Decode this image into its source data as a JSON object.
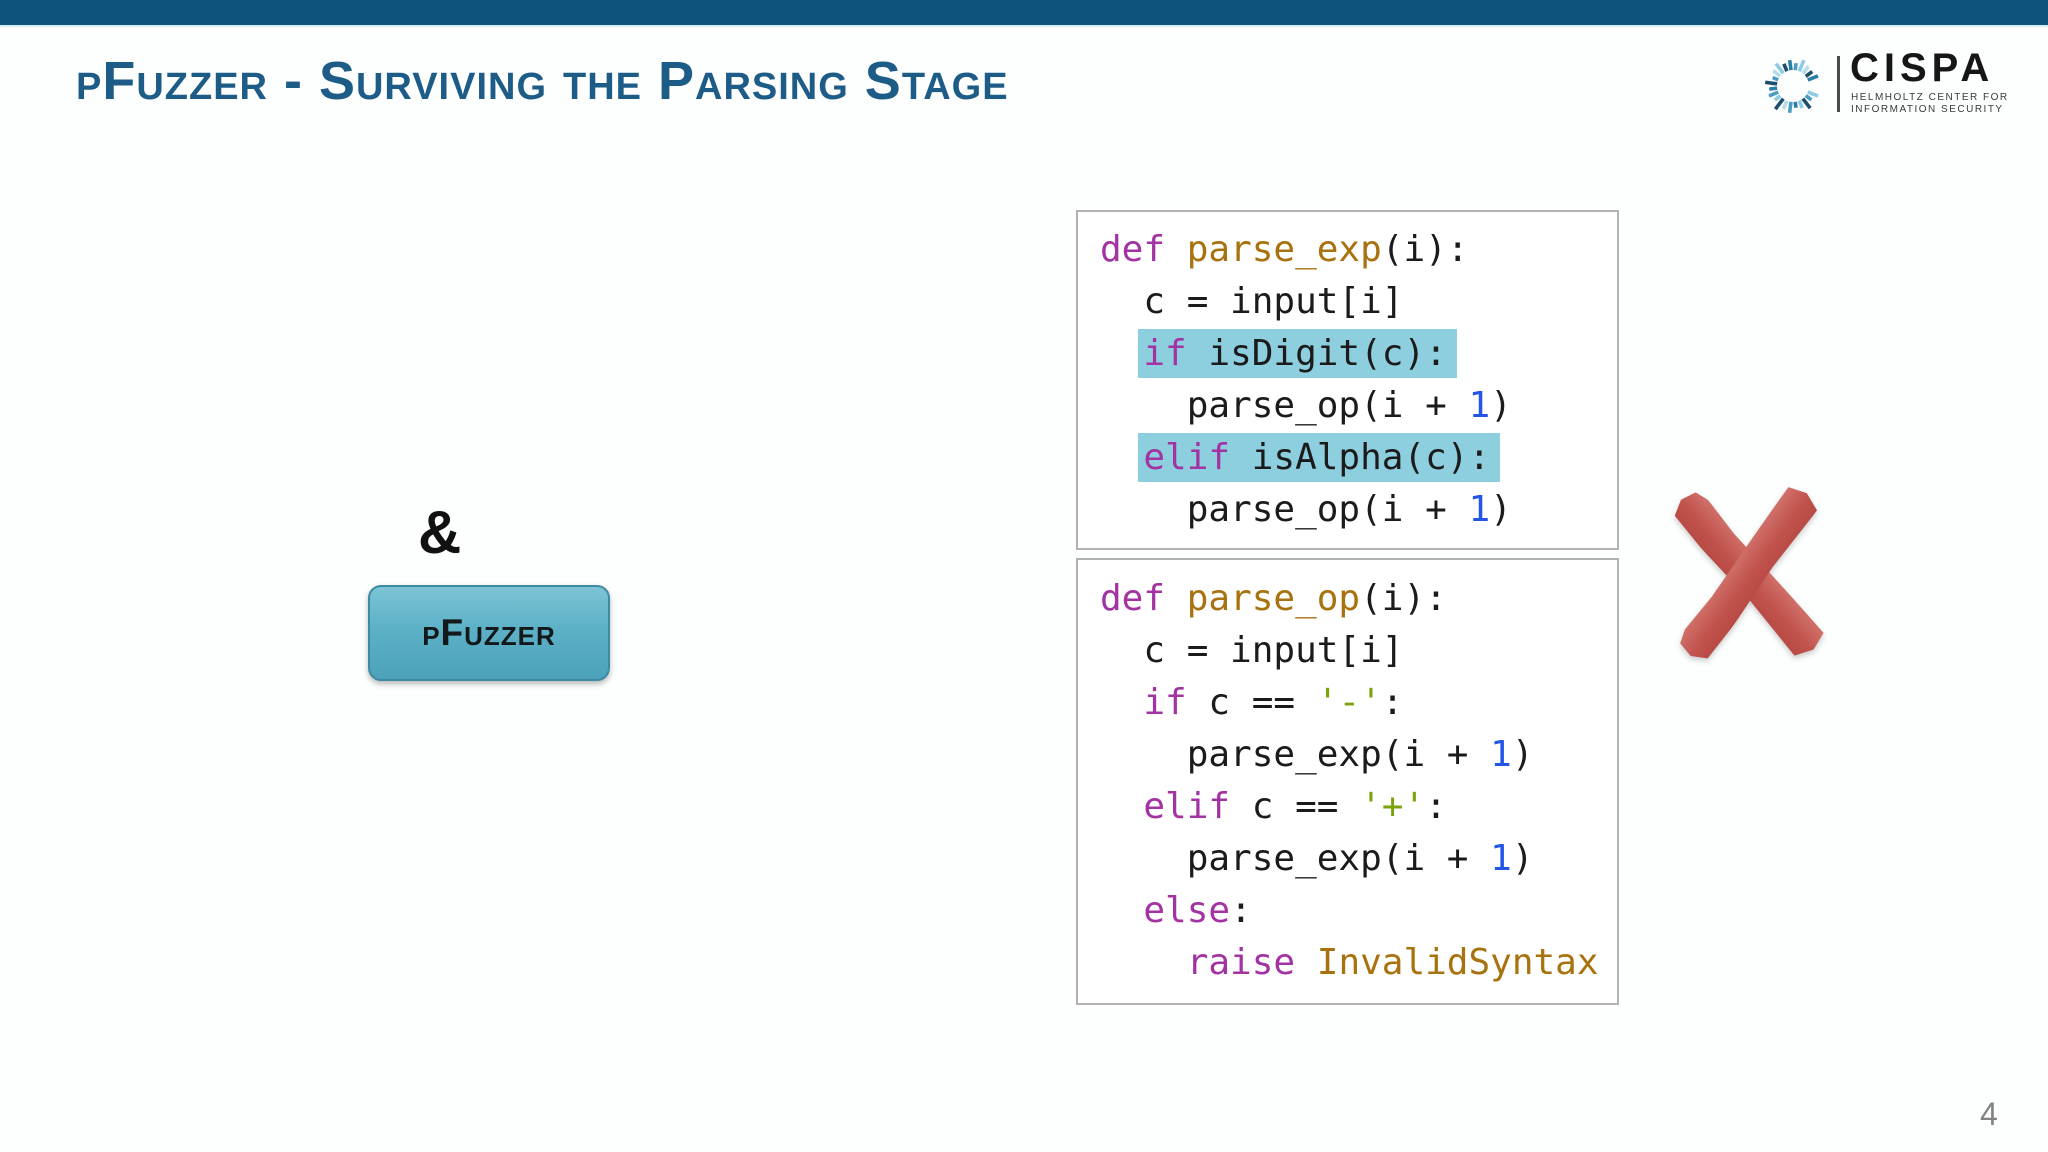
{
  "slide": {
    "title": "pFuzzer - Surviving the Parsing Stage",
    "page_number": "4"
  },
  "logo": {
    "name": "CISPA",
    "subtitle_line1": "HELMHOLTZ CENTER FOR",
    "subtitle_line2": "INFORMATION SECURITY"
  },
  "diagram": {
    "ampersand": "&",
    "fuzzer_label": "pFuzzer",
    "result_icon": "red-cross-mark"
  },
  "code_blocks": [
    {
      "name": "parse_exp",
      "lines": [
        {
          "indent": 0,
          "highlight": false,
          "tokens": [
            [
              "kw",
              "def"
            ],
            [
              "plain",
              " "
            ],
            [
              "fn",
              "parse_exp"
            ],
            [
              "plain",
              "(i):"
            ]
          ]
        },
        {
          "indent": 2,
          "highlight": false,
          "tokens": [
            [
              "plain",
              "c = input[i]"
            ]
          ]
        },
        {
          "indent": 2,
          "highlight": true,
          "tokens": [
            [
              "kw",
              "if"
            ],
            [
              "plain",
              " isDigit(c):"
            ]
          ]
        },
        {
          "indent": 4,
          "highlight": false,
          "tokens": [
            [
              "plain",
              "parse_op(i + "
            ],
            [
              "num",
              "1"
            ],
            [
              "plain",
              ")"
            ]
          ]
        },
        {
          "indent": 2,
          "highlight": true,
          "tokens": [
            [
              "kw",
              "elif"
            ],
            [
              "plain",
              " isAlpha(c):"
            ]
          ]
        },
        {
          "indent": 4,
          "highlight": false,
          "tokens": [
            [
              "plain",
              "parse_op(i + "
            ],
            [
              "num",
              "1"
            ],
            [
              "plain",
              ")"
            ]
          ]
        }
      ]
    },
    {
      "name": "parse_op",
      "lines": [
        {
          "indent": 0,
          "highlight": false,
          "tokens": [
            [
              "kw",
              "def"
            ],
            [
              "plain",
              " "
            ],
            [
              "fn",
              "parse_op"
            ],
            [
              "plain",
              "(i):"
            ]
          ]
        },
        {
          "indent": 2,
          "highlight": false,
          "tokens": [
            [
              "plain",
              "c = input[i]"
            ]
          ]
        },
        {
          "indent": 2,
          "highlight": false,
          "tokens": [
            [
              "kw",
              "if"
            ],
            [
              "plain",
              " c == "
            ],
            [
              "str",
              "'-'"
            ],
            [
              "plain",
              ":"
            ]
          ]
        },
        {
          "indent": 4,
          "highlight": false,
          "tokens": [
            [
              "plain",
              "parse_exp(i + "
            ],
            [
              "num",
              "1"
            ],
            [
              "plain",
              ")"
            ]
          ]
        },
        {
          "indent": 2,
          "highlight": false,
          "tokens": [
            [
              "kw",
              "elif"
            ],
            [
              "plain",
              " c == "
            ],
            [
              "str",
              "'+'"
            ],
            [
              "plain",
              ":"
            ]
          ]
        },
        {
          "indent": 4,
          "highlight": false,
          "tokens": [
            [
              "plain",
              "parse_exp(i + "
            ],
            [
              "num",
              "1"
            ],
            [
              "plain",
              ")"
            ]
          ]
        },
        {
          "indent": 2,
          "highlight": false,
          "tokens": [
            [
              "kw",
              "else"
            ],
            [
              "plain",
              ":"
            ]
          ]
        },
        {
          "indent": 4,
          "highlight": false,
          "tokens": [
            [
              "kw",
              "raise"
            ],
            [
              "plain",
              " "
            ],
            [
              "fn",
              "InvalidSyntax"
            ]
          ]
        }
      ]
    }
  ],
  "colors": {
    "top_bar": "#0d547c",
    "title": "#1e5c88",
    "keyword": "#a333a3",
    "function_name": "#a8720e",
    "number": "#2255e8",
    "string": "#7aa30a",
    "highlight": "#8ecfdf",
    "button_fill": "#5aaec5",
    "button_border": "#3e8aa4",
    "cross": "#c5544e",
    "page_number": "#828282",
    "logo_palette": [
      "#8fcbe3",
      "#4a9cc4",
      "#1d4e6b",
      "#2a7fa8",
      "#b7dcec"
    ]
  }
}
